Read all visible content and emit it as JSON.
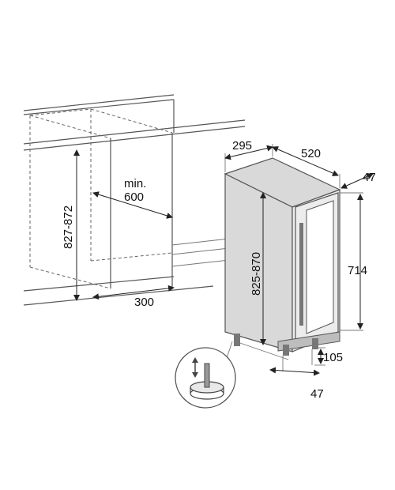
{
  "niche": {
    "height_label": "827-872",
    "depth_label_line1": "min.",
    "depth_label_line2": "600",
    "width_label": "300"
  },
  "appliance": {
    "depth_label": "520",
    "width_label": "295",
    "door_offset_label": "47",
    "height_label": "825-870",
    "door_height_label": "714",
    "foot_height_label": "105",
    "foot_offset_label": "47"
  },
  "colors": {
    "line": "#555555",
    "fill_gray": "#d9d9d9",
    "text": "#111111"
  },
  "icons": {
    "adjustable_foot": "adjustable-foot-icon",
    "arrow": "up-down-arrow-icon"
  }
}
